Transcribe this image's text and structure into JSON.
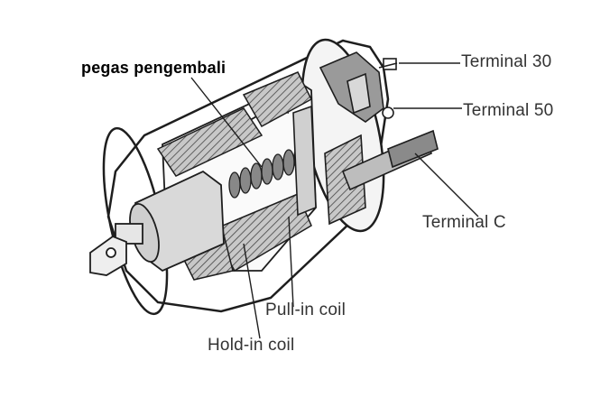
{
  "labels": {
    "return_spring": "pegas pengembali",
    "terminal_30": "Terminal 30",
    "terminal_50": "Terminal 50",
    "terminal_c": "Terminal C",
    "pull_in_coil": "Pull-in coil",
    "hold_in_coil": "Hold-in coil"
  },
  "colors": {
    "line": "#1e1e1e",
    "coil_fill": "#bdbdbd",
    "plunger_fill": "#d9d9d9",
    "body_fill": "#ffffff",
    "label_text": "#333333"
  }
}
